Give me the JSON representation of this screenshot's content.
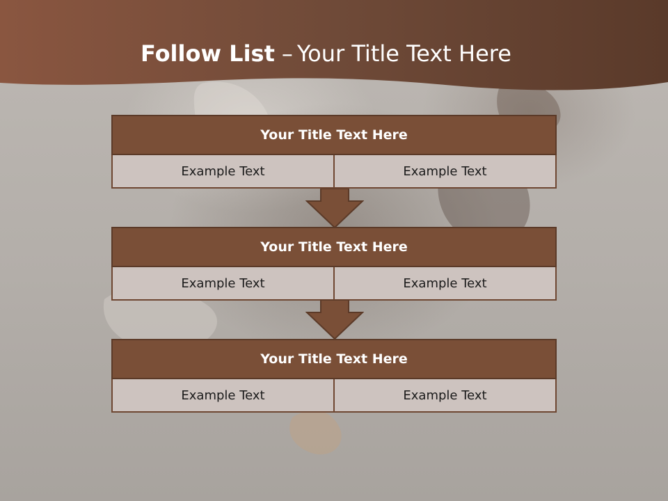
{
  "slide": {
    "title_bold": "Follow List",
    "title_separator": "–",
    "title_rest": "Your Title Text Here"
  },
  "steps": [
    {
      "title": "Your Title Text Here",
      "left_text": "Example Text",
      "right_text": "Example Text"
    },
    {
      "title": "Your Title Text Here",
      "left_text": "Example Text",
      "right_text": "Example Text"
    },
    {
      "title": "Your Title Text Here",
      "left_text": "Example Text",
      "right_text": "Example Text"
    }
  ],
  "colors": {
    "header_band": "#7a4f37",
    "box_header": "#7a4f37",
    "box_cell": "#cdc3bf",
    "arrow": "#7a4f37"
  },
  "icons": {
    "flow_arrow": "down-arrow-icon"
  }
}
